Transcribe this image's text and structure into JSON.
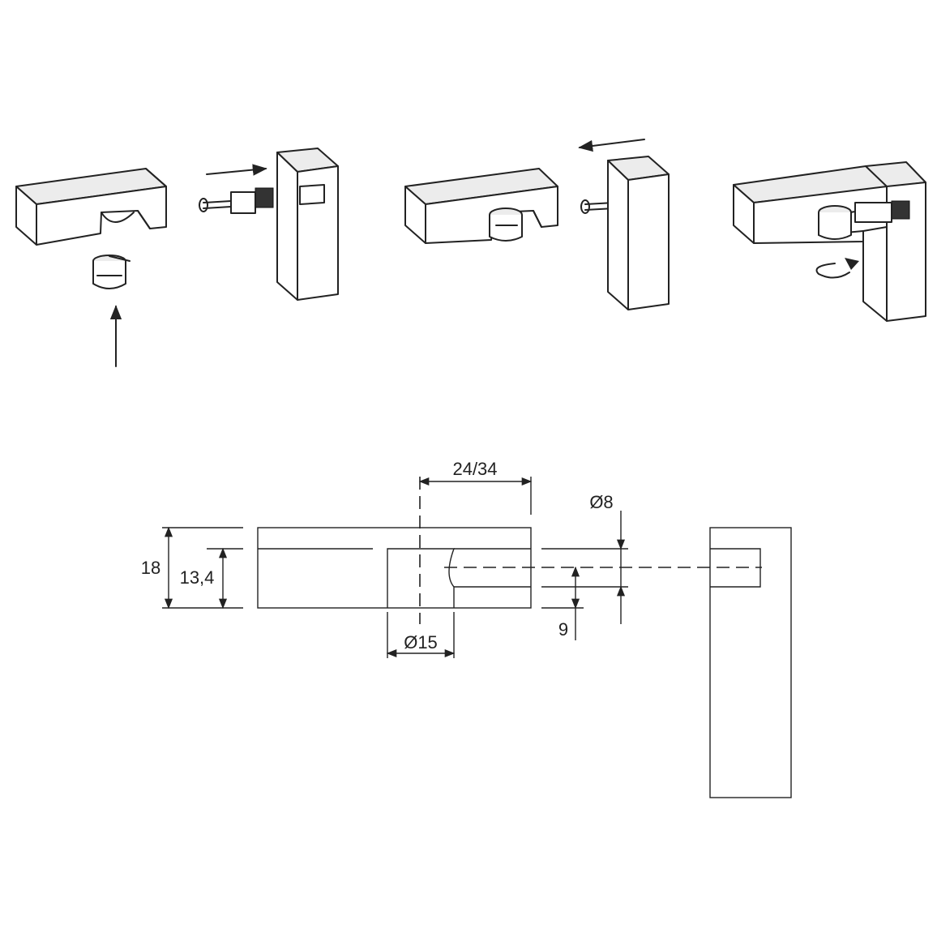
{
  "dimensions": {
    "offset": "24/34",
    "bolt_diameter": "Ø8",
    "panel_thickness": "18",
    "hole_depth": "13,4",
    "cam_diameter": "Ø15",
    "bolt_center": "9"
  },
  "colors": {
    "stroke": "#222222",
    "face": "#ececec"
  },
  "icons": [
    "arrow-up-icon",
    "arrow-right-icon",
    "arrow-left-icon",
    "rotate-arrow-icon"
  ]
}
